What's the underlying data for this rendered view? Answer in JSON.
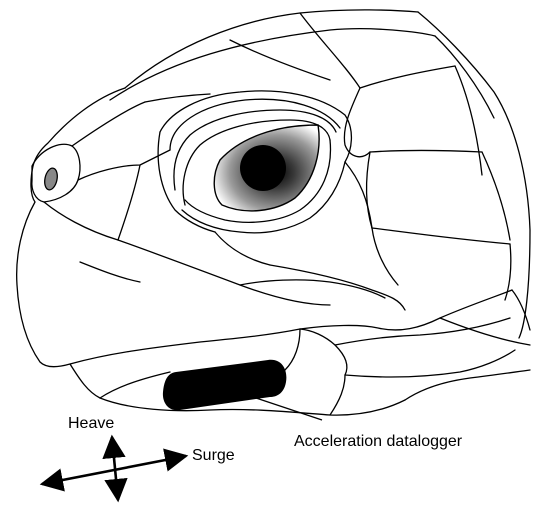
{
  "labels": {
    "heave": "Heave",
    "surge": "Surge",
    "datalogger": "Acceleration datalogger"
  },
  "colors": {
    "line": "#000000",
    "background": "#ffffff",
    "eye_outer": "#ffffff",
    "eye_inner": "#555555",
    "pupil": "#000000",
    "logger": "#000000",
    "nostril": "#777777"
  },
  "icons": {
    "axis_arrow_heads": "triangle-arrowhead"
  }
}
